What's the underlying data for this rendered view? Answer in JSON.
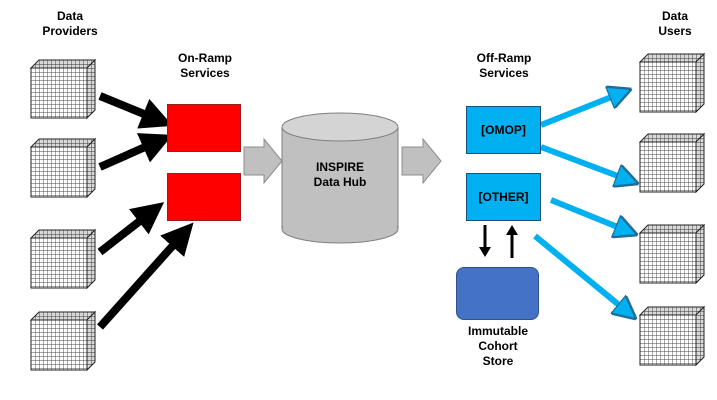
{
  "labels": {
    "data_providers": [
      "Data",
      "Providers"
    ],
    "on_ramp": [
      "On-Ramp",
      "Services"
    ],
    "off_ramp": [
      "Off-Ramp",
      "Services"
    ],
    "data_users": [
      "Data",
      "Users"
    ],
    "hub": [
      "INSPIRE",
      "Data Hub"
    ],
    "omop": "[OMOP]",
    "other": "[OTHER]",
    "store": [
      "Immutable",
      "Cohort",
      "Store"
    ]
  },
  "colors": {
    "on_ramp_fill": "#ff0000",
    "off_ramp_fill": "#00b0f0",
    "store_fill": "#4472c4",
    "hub_fill": "#c0c0c0",
    "arrow_black": "#000000",
    "arrow_blue": "#00b0f0",
    "arrow_gray": "#c0c0c0"
  }
}
